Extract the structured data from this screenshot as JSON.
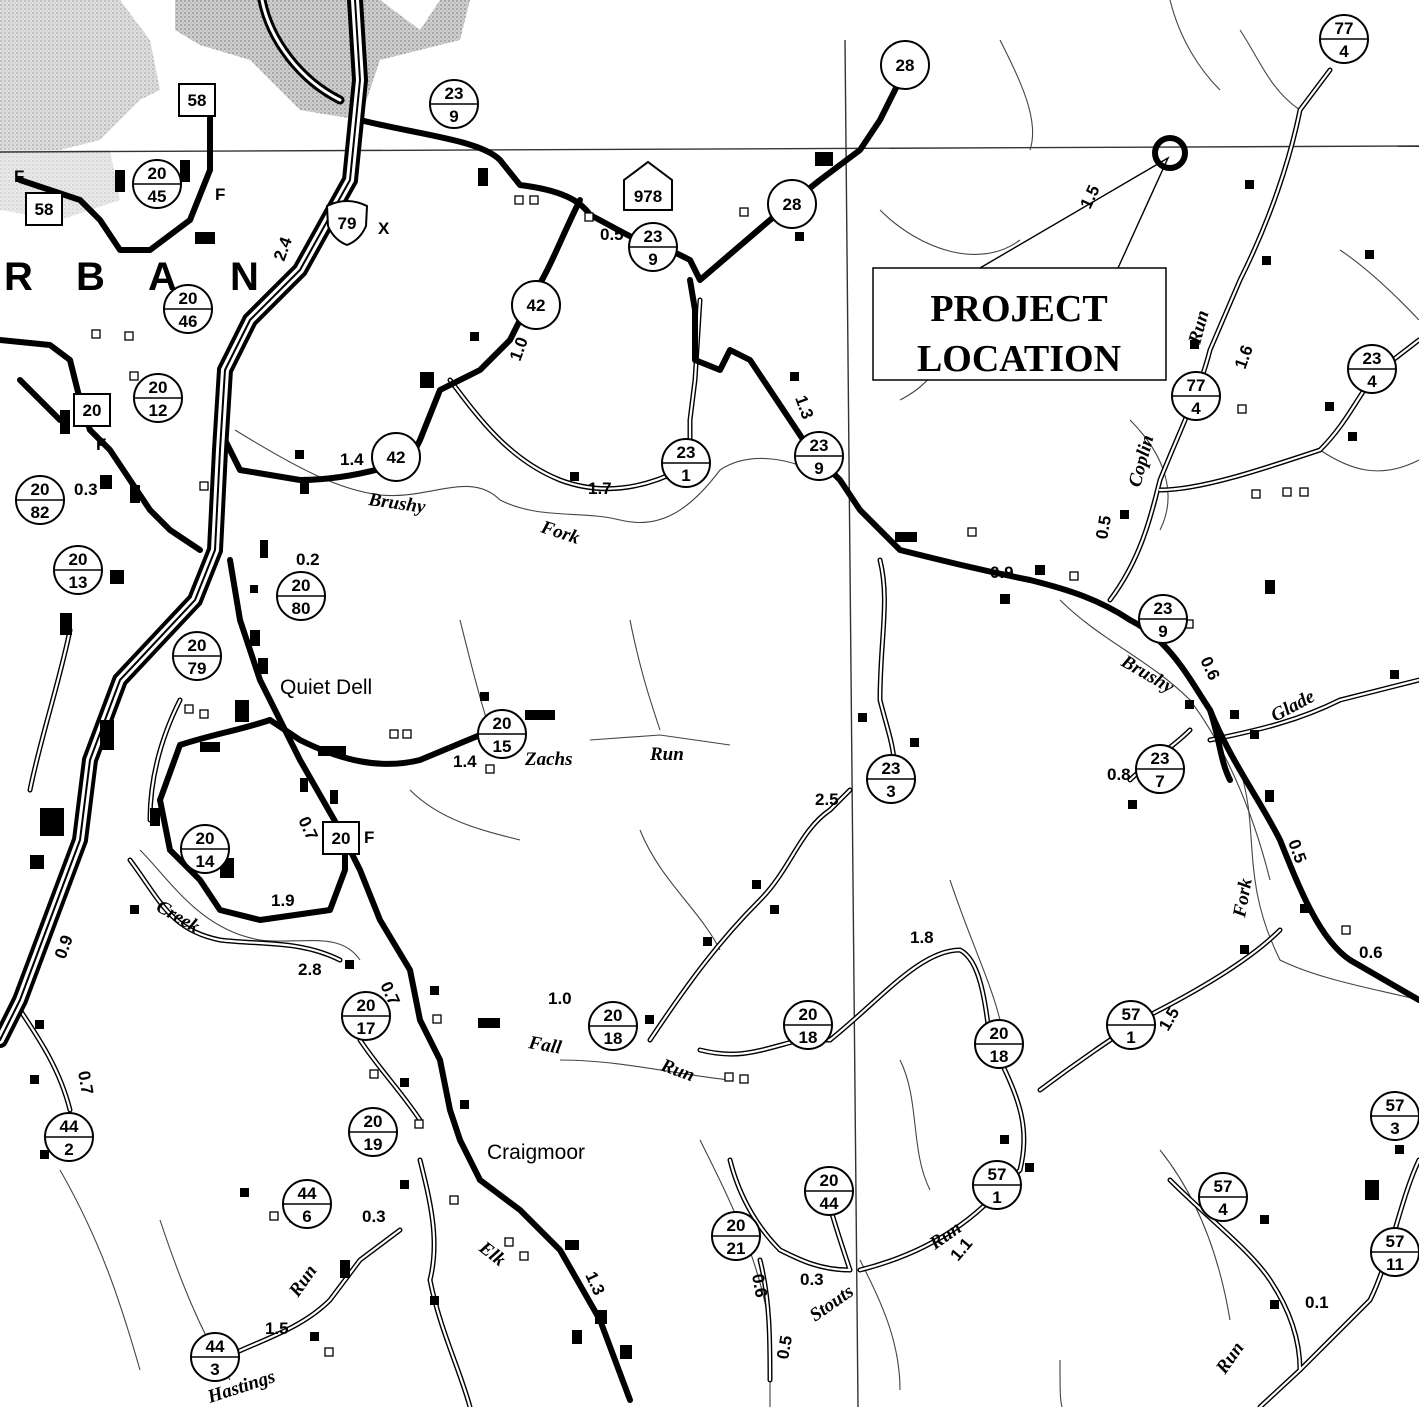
{
  "project": {
    "line1": "PROJECT",
    "line2": "LOCATION"
  },
  "places": {
    "quiet_dell": "Quiet Dell",
    "craigmoor": "Craigmoor",
    "urban_letters": [
      "R",
      "B",
      "A",
      "N"
    ]
  },
  "streams": {
    "brushy_w": "Brushy",
    "fork_w": "Fork",
    "zachs": "Zachs",
    "zachs_run": "Run",
    "brushy_e": "Brushy",
    "glade": "Glade",
    "fork_e": "Fork",
    "coplin": "Coplin",
    "coplin_run": "Run",
    "fall": "Fall",
    "fall_run": "Run",
    "creek": "Creek",
    "elk": "Elk",
    "stouts": "Stouts",
    "stouts_run": "Run",
    "hastings": "Hastings",
    "run_se": "Run",
    "run_sw": "Run"
  },
  "shields": {
    "interstate": "79",
    "us_routes": [
      "58",
      "58"
    ],
    "state_routes": [
      "28",
      "28",
      "42",
      "42"
    ],
    "boxed": [
      "978",
      "20",
      "20"
    ],
    "county_routes": [
      {
        "top": "77",
        "bottom": "4"
      },
      {
        "top": "23",
        "bottom": "9"
      },
      {
        "top": "20",
        "bottom": "45"
      },
      {
        "top": "20",
        "bottom": "46"
      },
      {
        "top": "20",
        "bottom": "12"
      },
      {
        "top": "20",
        "bottom": "82"
      },
      {
        "top": "23",
        "bottom": "9"
      },
      {
        "top": "77",
        "bottom": "4"
      },
      {
        "top": "23",
        "bottom": "4"
      },
      {
        "top": "23",
        "bottom": "1"
      },
      {
        "top": "23",
        "bottom": "9"
      },
      {
        "top": "20",
        "bottom": "13"
      },
      {
        "top": "20",
        "bottom": "80"
      },
      {
        "top": "20",
        "bottom": "79"
      },
      {
        "top": "20",
        "bottom": "15"
      },
      {
        "top": "23",
        "bottom": "9"
      },
      {
        "top": "23",
        "bottom": "7"
      },
      {
        "top": "23",
        "bottom": "3"
      },
      {
        "top": "20",
        "bottom": "14"
      },
      {
        "top": "20",
        "bottom": "17"
      },
      {
        "top": "20",
        "bottom": "18"
      },
      {
        "top": "20",
        "bottom": "18"
      },
      {
        "top": "20",
        "bottom": "18"
      },
      {
        "top": "57",
        "bottom": "1"
      },
      {
        "top": "44",
        "bottom": "2"
      },
      {
        "top": "20",
        "bottom": "19"
      },
      {
        "top": "44",
        "bottom": "6"
      },
      {
        "top": "20",
        "bottom": "21"
      },
      {
        "top": "20",
        "bottom": "44"
      },
      {
        "top": "57",
        "bottom": "1"
      },
      {
        "top": "57",
        "bottom": "3"
      },
      {
        "top": "57",
        "bottom": "4"
      },
      {
        "top": "57",
        "bottom": "11"
      },
      {
        "top": "44",
        "bottom": "3"
      }
    ]
  },
  "distances": {
    "a": "1.0",
    "b": "1.7",
    "c": "1.4",
    "d": "1.3",
    "e": "0.9",
    "f": "0.5",
    "g": "2.5",
    "h": "1.8",
    "i": "1.5",
    "j": "1.4",
    "k": "1.9",
    "l": "2.8",
    "m": "0.7",
    "n": "1.0",
    "o": "0.9",
    "p": "0.7",
    "q": "1.1",
    "r": "0.3",
    "s": "0.5",
    "t": "1.5",
    "u": "0.1",
    "v": "0.6",
    "w": "2.4",
    "x": "1.6",
    "y": "0.5",
    "z": "1.3",
    "aa": "0.2",
    "ab": "0.7",
    "ac": "1.5",
    "ad": "0.6",
    "ae": "0.8",
    "af": "0.3",
    "ag": "0.6",
    "ah": "0.3",
    "ai": "0.5"
  },
  "map_colors": {
    "paper": "#ffffff",
    "urban": "#bdbdbd",
    "road": "#000000",
    "stream": "#555555"
  }
}
